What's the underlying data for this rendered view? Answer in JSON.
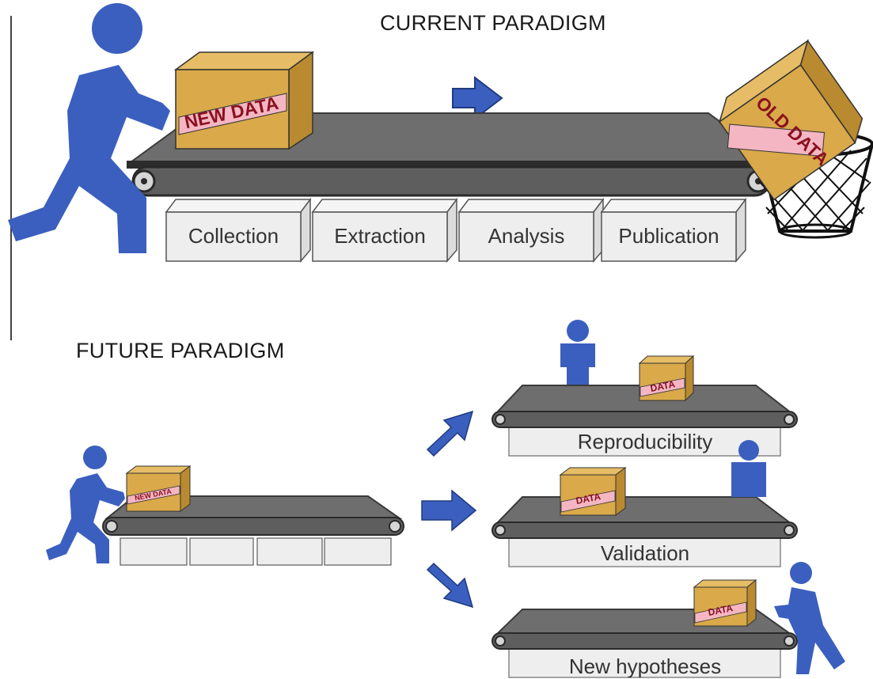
{
  "current_paradigm": {
    "title": "CURRENT PARADIGM",
    "box_new": "NEW DATA",
    "box_old": "OLD DATA",
    "stages": [
      "Collection",
      "Extraction",
      "Analysis",
      "Publication"
    ]
  },
  "future_paradigm": {
    "title": "FUTURE PARADIGM",
    "box_new": "NEW DATA",
    "box_data": "DATA",
    "outcomes": [
      "Reproducibility",
      "Validation",
      "New hypotheses"
    ]
  },
  "colors": {
    "person": "#3b5fbf",
    "box": "#d9a94a",
    "box_label": "#f4b6c2",
    "belt": "#6e6e6e",
    "stage_box": "#eeeeee"
  }
}
